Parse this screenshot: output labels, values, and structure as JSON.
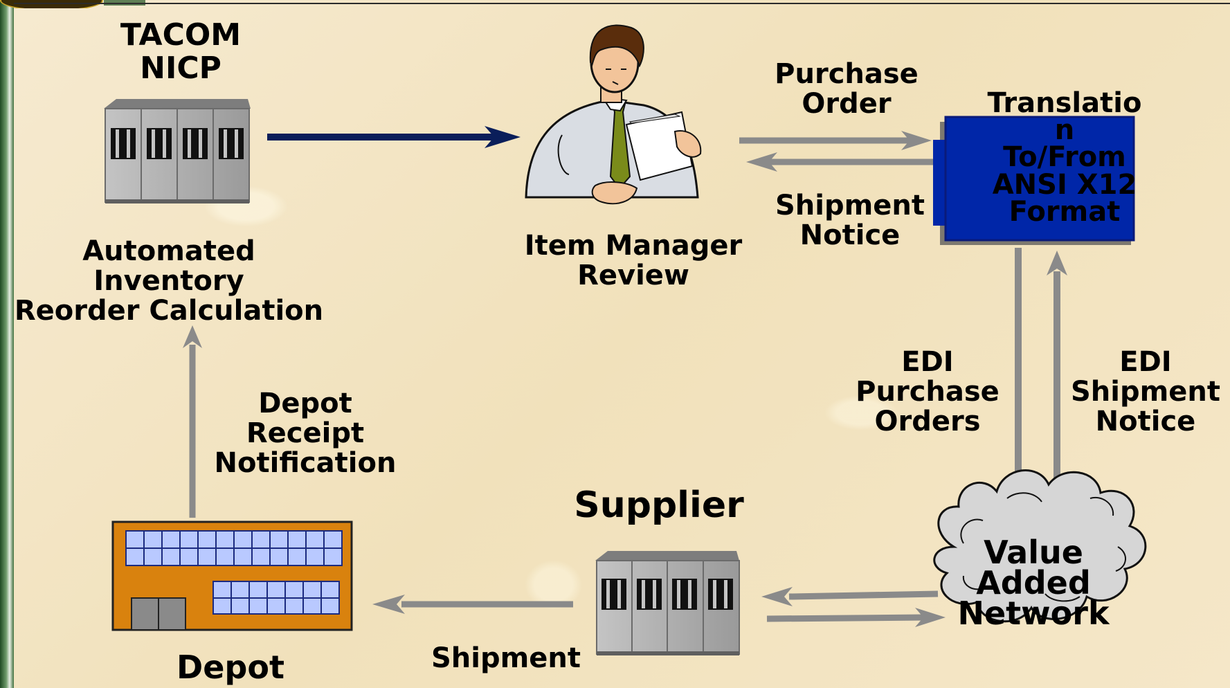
{
  "diagram": {
    "nicp_title": "TACOM\nNICP",
    "nicp_caption": "Automated\nInventory\nReorder Calculation",
    "item_manager_caption": "Item Manager\nReview",
    "purchase_order": "Purchase\nOrder",
    "shipment_notice": "Shipment\nNotice",
    "translation": "Translatio\nn\nTo/From\nANSI X12\nFormat",
    "edi_purchase_orders": "EDI\nPurchase\nOrders",
    "edi_shipment_notice": "EDI\nShipment\nNotice",
    "van": "Value\nAdded\nNetwork",
    "supplier": "Supplier",
    "shipment": "Shipment",
    "depot": "Depot",
    "depot_receipt": "Depot\nReceipt\nNotification"
  },
  "colors": {
    "background": "#f3e6c3",
    "arrow_gray": "#8a8a8a",
    "arrow_navy": "#0a1e5a",
    "translation_box": "#0026a8",
    "depot_orange": "#d9820e",
    "window_blue": "#b9c9ff",
    "server_gray": "#a9a9a9"
  },
  "icons": [
    "server-icon",
    "person-icon",
    "translation-box",
    "cloud-icon",
    "building-icon",
    "server-icon"
  ]
}
